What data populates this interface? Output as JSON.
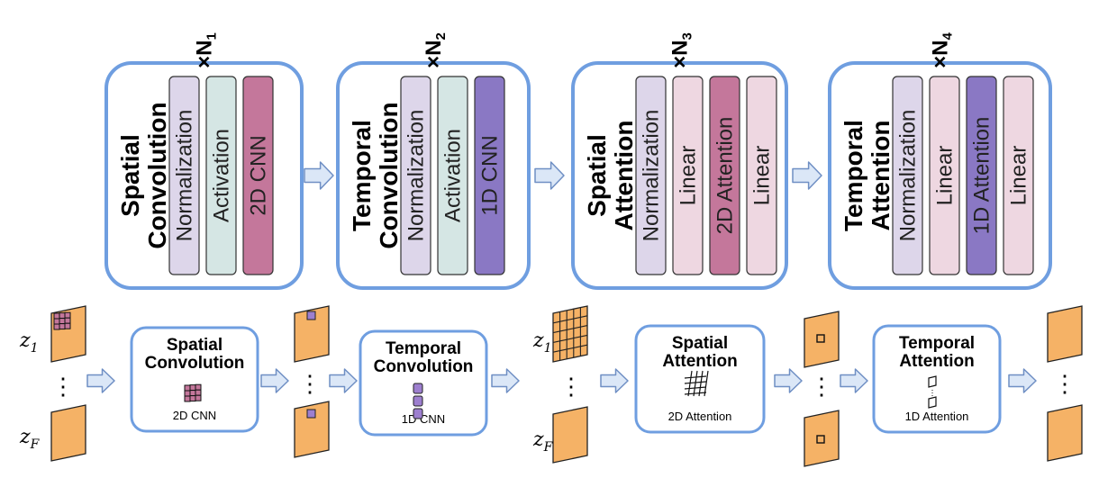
{
  "colors": {
    "block_border": "#6f9ee0",
    "arrow_fill": "#dbe7f7",
    "arrow_stroke": "#6f8fc4",
    "normalization": "#ddd6ea",
    "activation": "#d5e6e4",
    "cnn2d": "#c4779b",
    "cnn1d": "#8a78c4",
    "linear": "#eed7e1",
    "attn2d": "#c4779b",
    "attn1d": "#8a78c4",
    "frame": "#f5b266",
    "patch": "#9d7fcf"
  },
  "blocks": [
    {
      "multiplier": "×N",
      "multiplier_sub": "1",
      "title": [
        "Spatial",
        "Convolution"
      ],
      "layers": [
        "Normalization",
        "Activation",
        "2D CNN"
      ]
    },
    {
      "multiplier": "×N",
      "multiplier_sub": "2",
      "title": [
        "Temporal",
        "Convolution"
      ],
      "layers": [
        "Normalization",
        "Activation",
        "1D CNN"
      ]
    },
    {
      "multiplier": "×N",
      "multiplier_sub": "3",
      "title": [
        "Spatial",
        "Attention"
      ],
      "layers": [
        "Normalization",
        "Linear",
        "2D Attention",
        "Linear"
      ]
    },
    {
      "multiplier": "×N",
      "multiplier_sub": "4",
      "title": [
        "Temporal",
        "Attention"
      ],
      "layers": [
        "Normalization",
        "Linear",
        "1D Attention",
        "Linear"
      ]
    }
  ],
  "stages": [
    {
      "title": [
        "Spatial",
        "Convolution"
      ],
      "subtitle": "2D CNN"
    },
    {
      "title": [
        "Temporal",
        "Convolution"
      ],
      "subtitle": "1D CNN"
    },
    {
      "title": [
        "Spatial",
        "Attention"
      ],
      "subtitle": "2D Attention"
    },
    {
      "title": [
        "Temporal",
        "Attention"
      ],
      "subtitle": "1D Attention"
    }
  ],
  "frame_labels": {
    "first": "z",
    "first_sub": "1",
    "last": "z",
    "last_sub": "F",
    "dots": "⋮"
  }
}
